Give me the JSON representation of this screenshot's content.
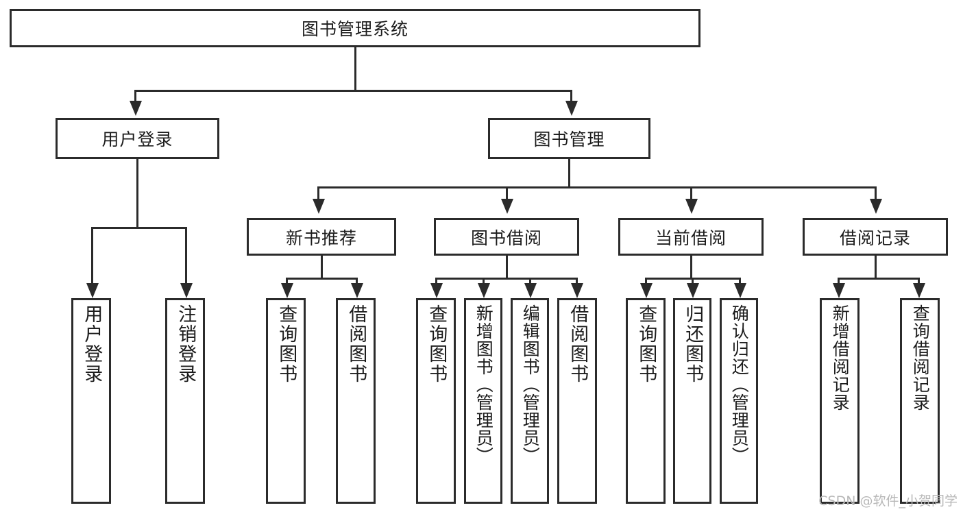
{
  "diagram": {
    "title": "图书管理系统",
    "root": {
      "label": "图书管理系统"
    },
    "level1": [
      {
        "label": "用户登录"
      },
      {
        "label": "图书管理"
      }
    ],
    "level2": [
      {
        "label": "新书推荐"
      },
      {
        "label": "图书借阅"
      },
      {
        "label": "当前借阅"
      },
      {
        "label": "借阅记录"
      }
    ],
    "leaves": {
      "user_login": [
        {
          "label": "用户登录"
        },
        {
          "label": "注销登录"
        }
      ],
      "new_book_recommend": [
        {
          "label": "查询图书"
        },
        {
          "label": "借阅图书"
        }
      ],
      "book_borrow": [
        {
          "label": "查询图书"
        },
        {
          "label": "新增图书（管理员）"
        },
        {
          "label": "编辑图书（管理员）"
        },
        {
          "label": "借阅图书"
        }
      ],
      "current_borrow": [
        {
          "label": "查询图书"
        },
        {
          "label": "归还图书"
        },
        {
          "label": "确认归还（管理员）"
        }
      ],
      "borrow_record": [
        {
          "label": "新增借阅记录"
        },
        {
          "label": "查询借阅记录"
        }
      ]
    }
  },
  "watermark": {
    "text": "CSDN @软件_小贺同学"
  },
  "colors": {
    "border": "#2b2b2b",
    "text": "#1c1c1c",
    "background": "#ffffff",
    "watermark": "#b8b8b8"
  }
}
